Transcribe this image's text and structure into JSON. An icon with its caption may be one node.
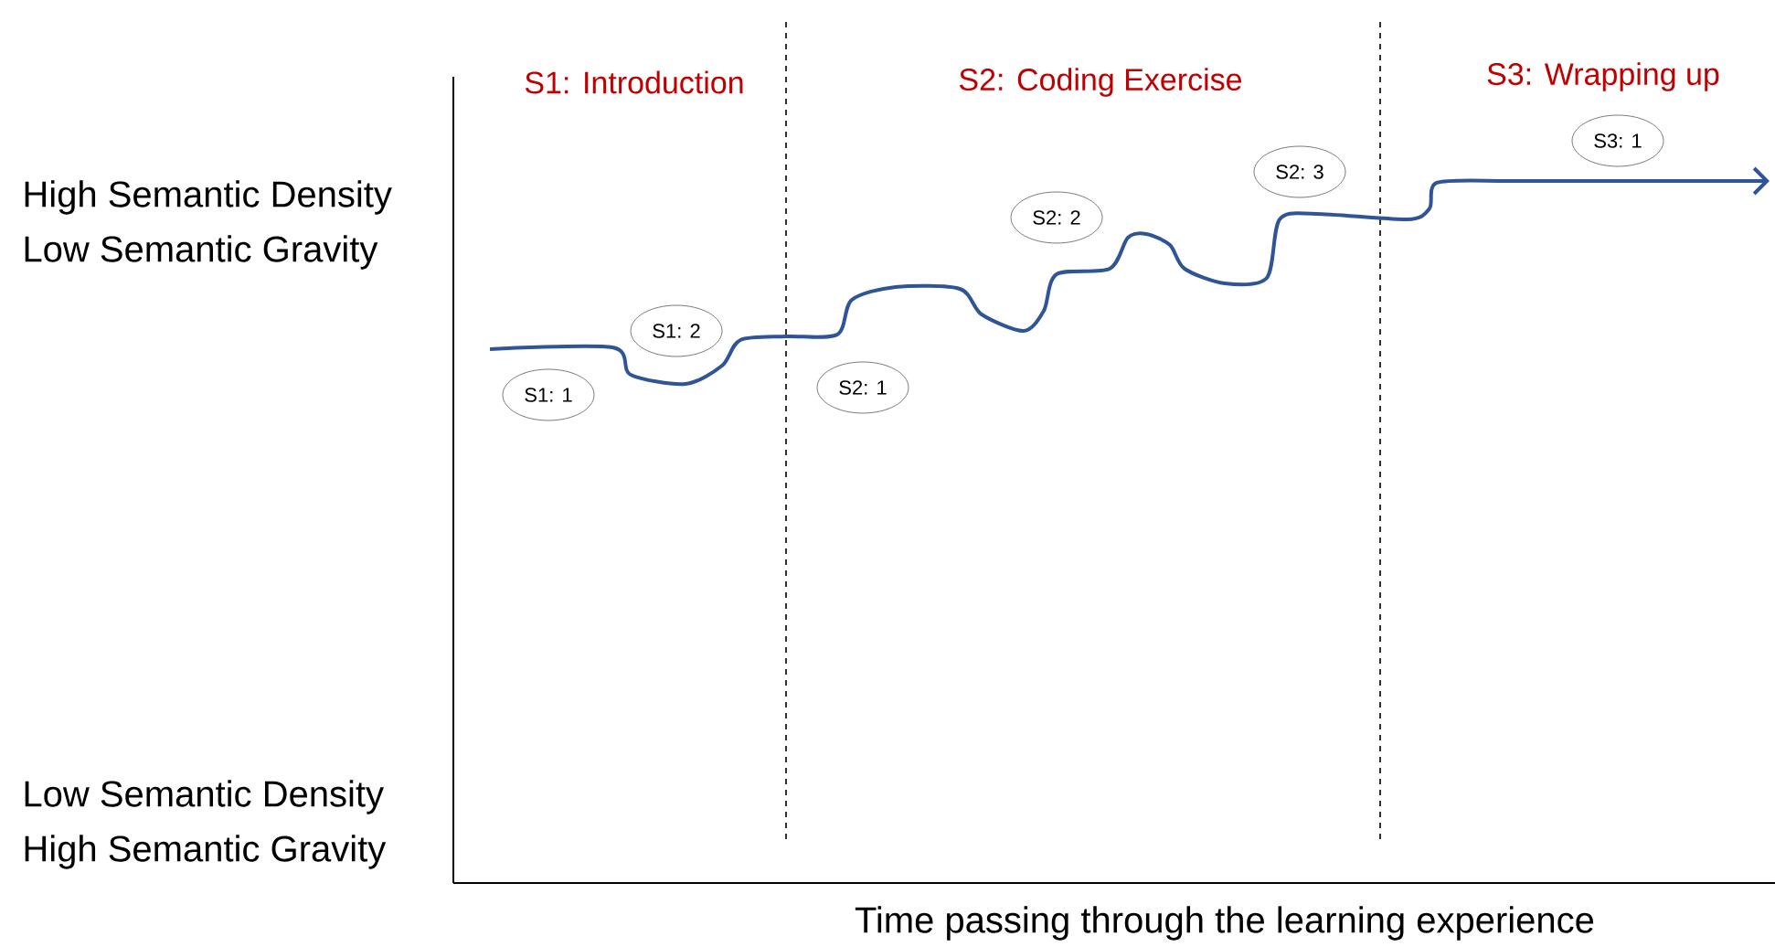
{
  "diagram": {
    "nodes": [
      {
        "text": [
          "S1: 1"
        ]
      },
      {
        "text": [
          "S1: 2"
        ]
      },
      {
        "text": [
          "S2: 1"
        ]
      },
      {
        "text": [
          "S2: 2"
        ]
      },
      {
        "text": [
          "S2: 3"
        ]
      },
      {
        "text": [
          "S3: 1"
        ]
      }
    ],
    "labels": [
      "S1: Introduction",
      "S2: Coding Exercise",
      "S3: Wrapping up",
      "High Semantic Density",
      "Low Semantic Gravity",
      "Low Semantic Density",
      "High Semantic Gravity",
      "Time passing through the learning experience"
    ]
  }
}
